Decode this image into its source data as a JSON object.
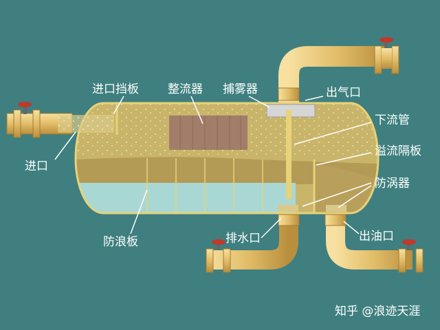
{
  "labels": {
    "inlet_baffle": "进口挡板",
    "flow_straightener": "整流器",
    "mist_eliminator": "捕雾器",
    "gas_outlet": "出气口",
    "downcomer": "下流管",
    "overflow_weir": "溢流隔板",
    "vortex_breaker": "防涡器",
    "inlet": "进口",
    "wave_breaker": "防浪板",
    "water_outlet": "排水口",
    "oil_outlet": "出油口"
  },
  "watermark": "知乎 @浪迹天涯",
  "colors": {
    "background": "#3f7f7f",
    "vessel_outline": "#e8d27a",
    "gas_space": "#c9b56a",
    "oil_layer": "#b39a55",
    "water_layer": "#a9d8d4",
    "pipe": "#e9c77a",
    "valve_red": "#c0392b"
  }
}
